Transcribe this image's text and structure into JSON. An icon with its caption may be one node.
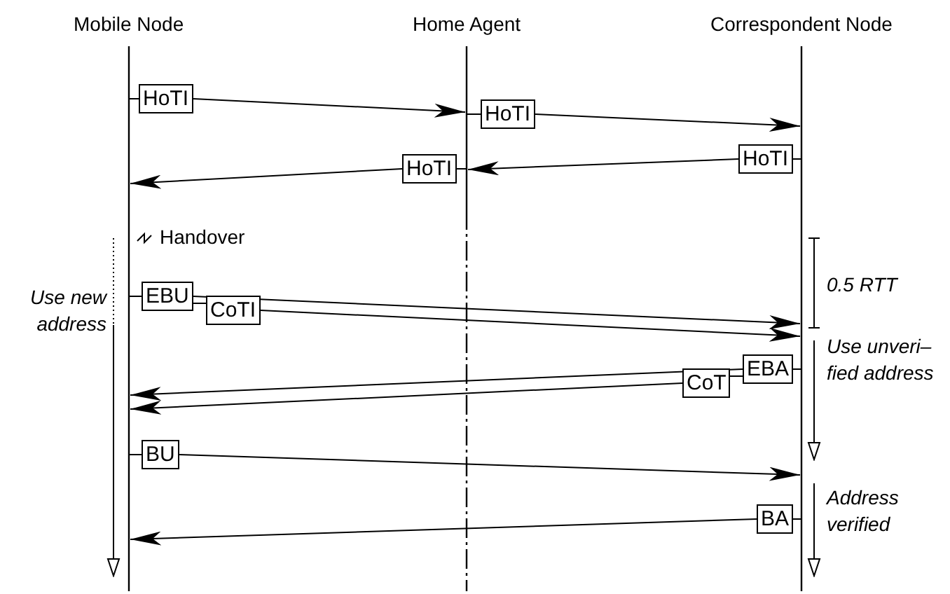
{
  "diagram": {
    "nodes": [
      {
        "text": [],
        "shape": "line",
        "beside": [
          "Mobile Node"
        ]
      },
      {
        "text": [],
        "shape": "line",
        "beside": [
          "Home Agent"
        ]
      },
      {
        "text": [],
        "shape": "line",
        "beside": [
          "Correspondent Node"
        ]
      },
      {
        "text": [
          "HoTI"
        ]
      },
      {
        "text": [
          "HoTI"
        ]
      },
      {
        "text": [
          "HoTI"
        ]
      },
      {
        "text": [
          "HoTI"
        ]
      },
      {
        "text": [
          "EBU"
        ]
      },
      {
        "text": [
          "CoTI"
        ]
      },
      {
        "text": [
          "EBA"
        ]
      },
      {
        "text": [
          "CoT"
        ]
      },
      {
        "text": [
          "BU"
        ]
      },
      {
        "text": [
          "BA"
        ]
      }
    ],
    "edges": [
      {
        "from": 0,
        "to": 3,
        "arrow": "none"
      },
      {
        "from": 3,
        "to": 1,
        "arrow": "to"
      },
      {
        "from": 1,
        "to": 4,
        "arrow": "none"
      },
      {
        "from": 4,
        "to": 2,
        "arrow": "to"
      },
      {
        "from": 2,
        "to": 5,
        "arrow": "none"
      },
      {
        "from": 5,
        "to": 1,
        "arrow": "to"
      },
      {
        "from": 1,
        "to": 6,
        "arrow": "none"
      },
      {
        "from": 6,
        "to": 0,
        "arrow": "to"
      },
      {
        "from": 0,
        "to": 7,
        "arrow": "none"
      },
      {
        "from": 7,
        "to": 2,
        "arrow": "to"
      },
      {
        "from": 7,
        "to": 8,
        "arrow": "none"
      },
      {
        "from": 8,
        "to": 2,
        "arrow": "to"
      },
      {
        "from": 2,
        "to": 9,
        "arrow": "none"
      },
      {
        "from": 9,
        "to": 0,
        "arrow": "to"
      },
      {
        "from": 9,
        "to": 10,
        "arrow": "none"
      },
      {
        "from": 10,
        "to": 0,
        "arrow": "to"
      },
      {
        "from": 0,
        "to": 11,
        "arrow": "none"
      },
      {
        "from": 11,
        "to": 2,
        "arrow": "to"
      },
      {
        "from": 2,
        "to": 12,
        "arrow": "none"
      },
      {
        "from": 12,
        "to": 0,
        "arrow": "to"
      }
    ],
    "labels": [
      "Handover",
      "Use new address",
      "0.5 RTT",
      "Use unveri– fied address",
      "Address verified"
    ]
  }
}
